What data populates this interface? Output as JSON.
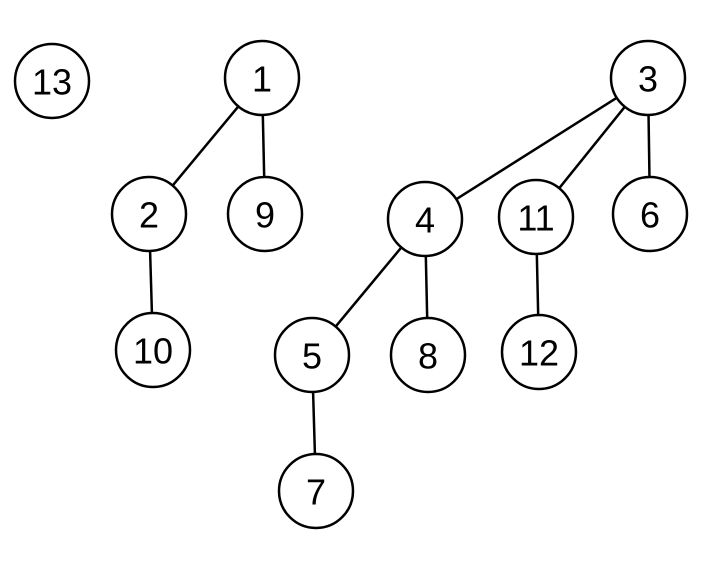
{
  "diagram": {
    "nodes": [
      {
        "id": "13",
        "label": "13"
      },
      {
        "id": "1",
        "label": "1"
      },
      {
        "id": "2",
        "label": "2"
      },
      {
        "id": "9",
        "label": "9"
      },
      {
        "id": "10",
        "label": "10"
      },
      {
        "id": "3",
        "label": "3"
      },
      {
        "id": "4",
        "label": "4"
      },
      {
        "id": "11",
        "label": "11"
      },
      {
        "id": "6",
        "label": "6"
      },
      {
        "id": "5",
        "label": "5"
      },
      {
        "id": "8",
        "label": "8"
      },
      {
        "id": "12",
        "label": "12"
      },
      {
        "id": "7",
        "label": "7"
      }
    ],
    "edges": [
      {
        "from": "1",
        "to": "2"
      },
      {
        "from": "1",
        "to": "9"
      },
      {
        "from": "2",
        "to": "10"
      },
      {
        "from": "3",
        "to": "4"
      },
      {
        "from": "3",
        "to": "11"
      },
      {
        "from": "3",
        "to": "6"
      },
      {
        "from": "4",
        "to": "5"
      },
      {
        "from": "4",
        "to": "8"
      },
      {
        "from": "11",
        "to": "12"
      },
      {
        "from": "5",
        "to": "7"
      }
    ]
  }
}
